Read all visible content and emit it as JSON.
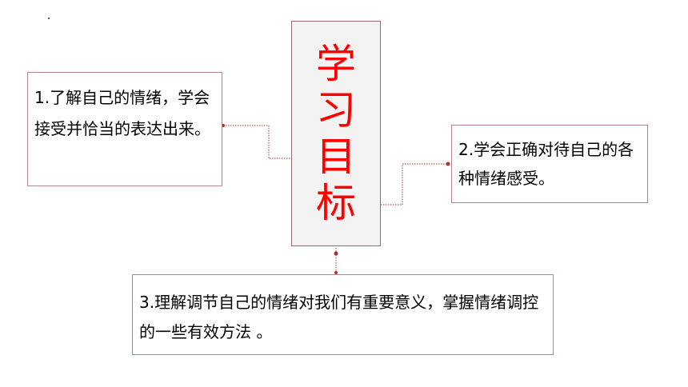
{
  "title_chars": [
    "学",
    "习",
    "目",
    "标"
  ],
  "goals": {
    "goal_1": "1.了解自己的情绪，学会接受并恰当的表达出来。",
    "goal_2": "2.学会正确对待自己的各种情绪感受。",
    "goal_3": "3.理解调节自己的情绪对我们有重要意义，掌握情绪调控的一些有效方法 。"
  },
  "colors": {
    "title_red": "#ff0000",
    "border": "#b3868e",
    "connector": "#b03030",
    "center_fill": "#f3f3f3"
  }
}
